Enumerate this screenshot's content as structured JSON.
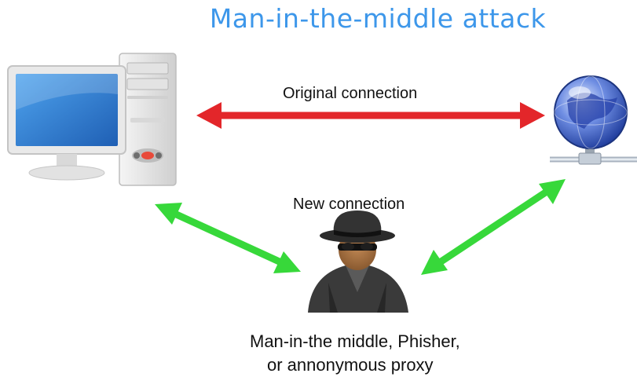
{
  "title": "Man-in-the-middle attack",
  "labels": {
    "original_connection": "Original connection",
    "new_connection": "New connection"
  },
  "attacker_caption": {
    "line1": "Man-in-the middle, Phisher,",
    "line2": "or annonymous proxy"
  },
  "colors": {
    "title": "#3d97ea",
    "original_arrow": "#e3262a",
    "new_arrow": "#37d83a",
    "monitor_screen": "#2a75c7",
    "globe": "#3a5fc4"
  },
  "icons": {
    "client": "desktop-computer-icon",
    "server": "network-globe-icon",
    "attacker": "hacker-icon"
  }
}
